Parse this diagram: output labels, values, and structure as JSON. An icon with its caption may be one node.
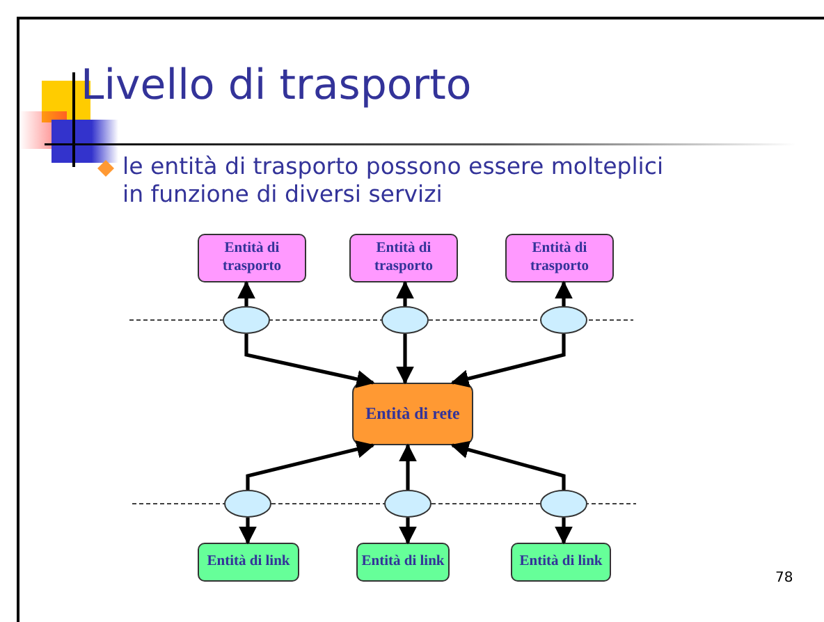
{
  "diagram": {
    "title": "Livello di trasporto",
    "nodes": [
      {
        "text": [
          "Entità di trasporto"
        ]
      },
      {
        "text": [
          "Entità di trasporto"
        ]
      },
      {
        "text": [
          "Entità di trasporto"
        ]
      },
      {
        "text": [],
        "shape": "ellipse"
      },
      {
        "text": [],
        "shape": "ellipse"
      },
      {
        "text": [],
        "shape": "ellipse"
      },
      {
        "text": [
          "Entità di rete"
        ]
      },
      {
        "text": [],
        "shape": "ellipse"
      },
      {
        "text": [],
        "shape": "ellipse"
      },
      {
        "text": [],
        "shape": "ellipse"
      },
      {
        "text": [
          "Entità di link"
        ]
      },
      {
        "text": [
          "Entità di link"
        ]
      },
      {
        "text": [
          "Entità di link"
        ]
      }
    ],
    "edges": [
      {
        "from": 3,
        "to": 0,
        "arrow": "to"
      },
      {
        "from": 4,
        "to": 1,
        "arrow": "to"
      },
      {
        "from": 5,
        "to": 2,
        "arrow": "to"
      },
      {
        "from": 3,
        "to": 6,
        "arrow": "to"
      },
      {
        "from": 4,
        "to": 6,
        "arrow": "to"
      },
      {
        "from": 5,
        "to": 6,
        "arrow": "to"
      },
      {
        "from": 7,
        "to": 6,
        "arrow": "to"
      },
      {
        "from": 8,
        "to": 6,
        "arrow": "to"
      },
      {
        "from": 9,
        "to": 6,
        "arrow": "to"
      },
      {
        "from": 7,
        "to": 10,
        "arrow": "to"
      },
      {
        "from": 8,
        "to": 11,
        "arrow": "to"
      },
      {
        "from": 9,
        "to": 12,
        "arrow": "to"
      }
    ],
    "labels": [
      "le entità di trasporto possono essere molteplici in funzione di diversi servizi",
      "78"
    ]
  }
}
